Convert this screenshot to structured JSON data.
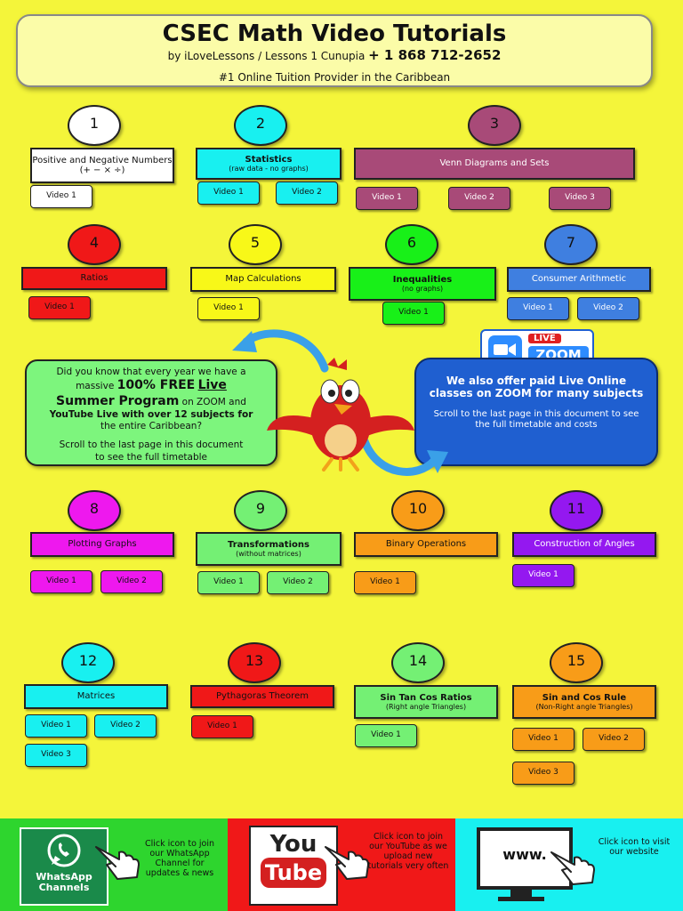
{
  "header": {
    "title": "CSEC Math Video Tutorials",
    "byline": "by iLoveLessons / Lessons 1 Cunupia",
    "phone": "+ 1 868 712-2652",
    "tagline": "#1 Online Tuition Provider in the Caribbean"
  },
  "topics": [
    {
      "number": "1",
      "title": "Positive and Negative Numbers (+ − × ÷)",
      "subtitle": "",
      "videos": [
        "Video 1"
      ],
      "color": "#ffffff"
    },
    {
      "number": "2",
      "title": "Statistics",
      "subtitle": "(raw data - no graphs)",
      "videos": [
        "Video 1",
        "Video 2"
      ],
      "color": "#18f0f0"
    },
    {
      "number": "3",
      "title": "Venn Diagrams and Sets",
      "subtitle": "",
      "videos": [
        "Video 1",
        "Video 2",
        "Video 3"
      ],
      "color": "#a84a78"
    },
    {
      "number": "4",
      "title": "Ratios",
      "subtitle": "",
      "videos": [
        "Video 1"
      ],
      "color": "#f01818"
    },
    {
      "number": "5",
      "title": "Map Calculations",
      "subtitle": "",
      "videos": [
        "Video 1"
      ],
      "color": "#f8f818"
    },
    {
      "number": "6",
      "title": "Inequalities",
      "subtitle": "(no graphs)",
      "videos": [
        "Video 1"
      ],
      "color": "#18f018"
    },
    {
      "number": "7",
      "title": "Consumer Arithmetic",
      "subtitle": "",
      "videos": [
        "Video 1",
        "Video 2"
      ],
      "color": "#3f7fe0"
    },
    {
      "number": "8",
      "title": "Plotting Graphs",
      "subtitle": "",
      "videos": [
        "Video 1",
        "Video 2"
      ],
      "color": "#ee18ee"
    },
    {
      "number": "9",
      "title": "Transformations",
      "subtitle": "(without matrices)",
      "videos": [
        "Video 1",
        "Video 2"
      ],
      "color": "#74f074"
    },
    {
      "number": "10",
      "title": "Binary Operations",
      "subtitle": "",
      "videos": [
        "Video 1"
      ],
      "color": "#f89c18"
    },
    {
      "number": "11",
      "title": "Construction of Angles",
      "subtitle": "",
      "videos": [
        "Video 1"
      ],
      "color": "#9418f0"
    },
    {
      "number": "12",
      "title": "Matrices",
      "subtitle": "",
      "videos": [
        "Video 1",
        "Video 2",
        "Video 3"
      ],
      "color": "#18f0f0"
    },
    {
      "number": "13",
      "title": "Pythagoras Theorem",
      "subtitle": "",
      "videos": [
        "Video 1"
      ],
      "color": "#f01818"
    },
    {
      "number": "14",
      "title": "Sin Tan Cos Ratios",
      "subtitle": "(Right angle Triangles)",
      "videos": [
        "Video 1"
      ],
      "color": "#74f074"
    },
    {
      "number": "15",
      "title": "Sin and Cos Rule",
      "subtitle": "(Non-Right angle Triangles)",
      "videos": [
        "Video 1",
        "Video 2",
        "Video 3"
      ],
      "color": "#f89c18"
    }
  ],
  "promo_left": {
    "line1": "Did you know that every year we have a",
    "pre": "massive",
    "bold1": "100% FREE",
    "bold2": "Live",
    "bold3": "Summer Program",
    "mid": "on ZOOM and",
    "line4": "YouTube Live with over 12 subjects for",
    "line5": "the entire Caribbean?",
    "line6": "Scroll to the last page in this document",
    "line7": "to see the full timetable"
  },
  "promo_right": {
    "heading": "We also offer paid Live Online classes on ZOOM for many subjects",
    "sub": "Scroll to the last page in this document to see the full timetable and costs"
  },
  "zoom_logo": {
    "top": "LIVE",
    "bottom": "ZOOM"
  },
  "footer": {
    "whatsapp": {
      "logo_text": "WhatsApp Channels",
      "text": "Click icon to join our WhatsApp Channel for updates & news",
      "color": "#2ed52e"
    },
    "youtube": {
      "logo_text": "YouTube",
      "text": "Click icon to join our YouTube as we upload new tutorials very often",
      "color": "#f01818"
    },
    "website": {
      "logo_text": "www.",
      "text": "Click icon to visit our website",
      "color": "#18f0f0"
    }
  },
  "icons": [
    "whatsapp-icon",
    "youtube-icon",
    "globe-monitor-icon",
    "hand-pointer-icon",
    "mascot-bird-icon",
    "curved-arrow-icon",
    "zoom-camera-icon"
  ]
}
